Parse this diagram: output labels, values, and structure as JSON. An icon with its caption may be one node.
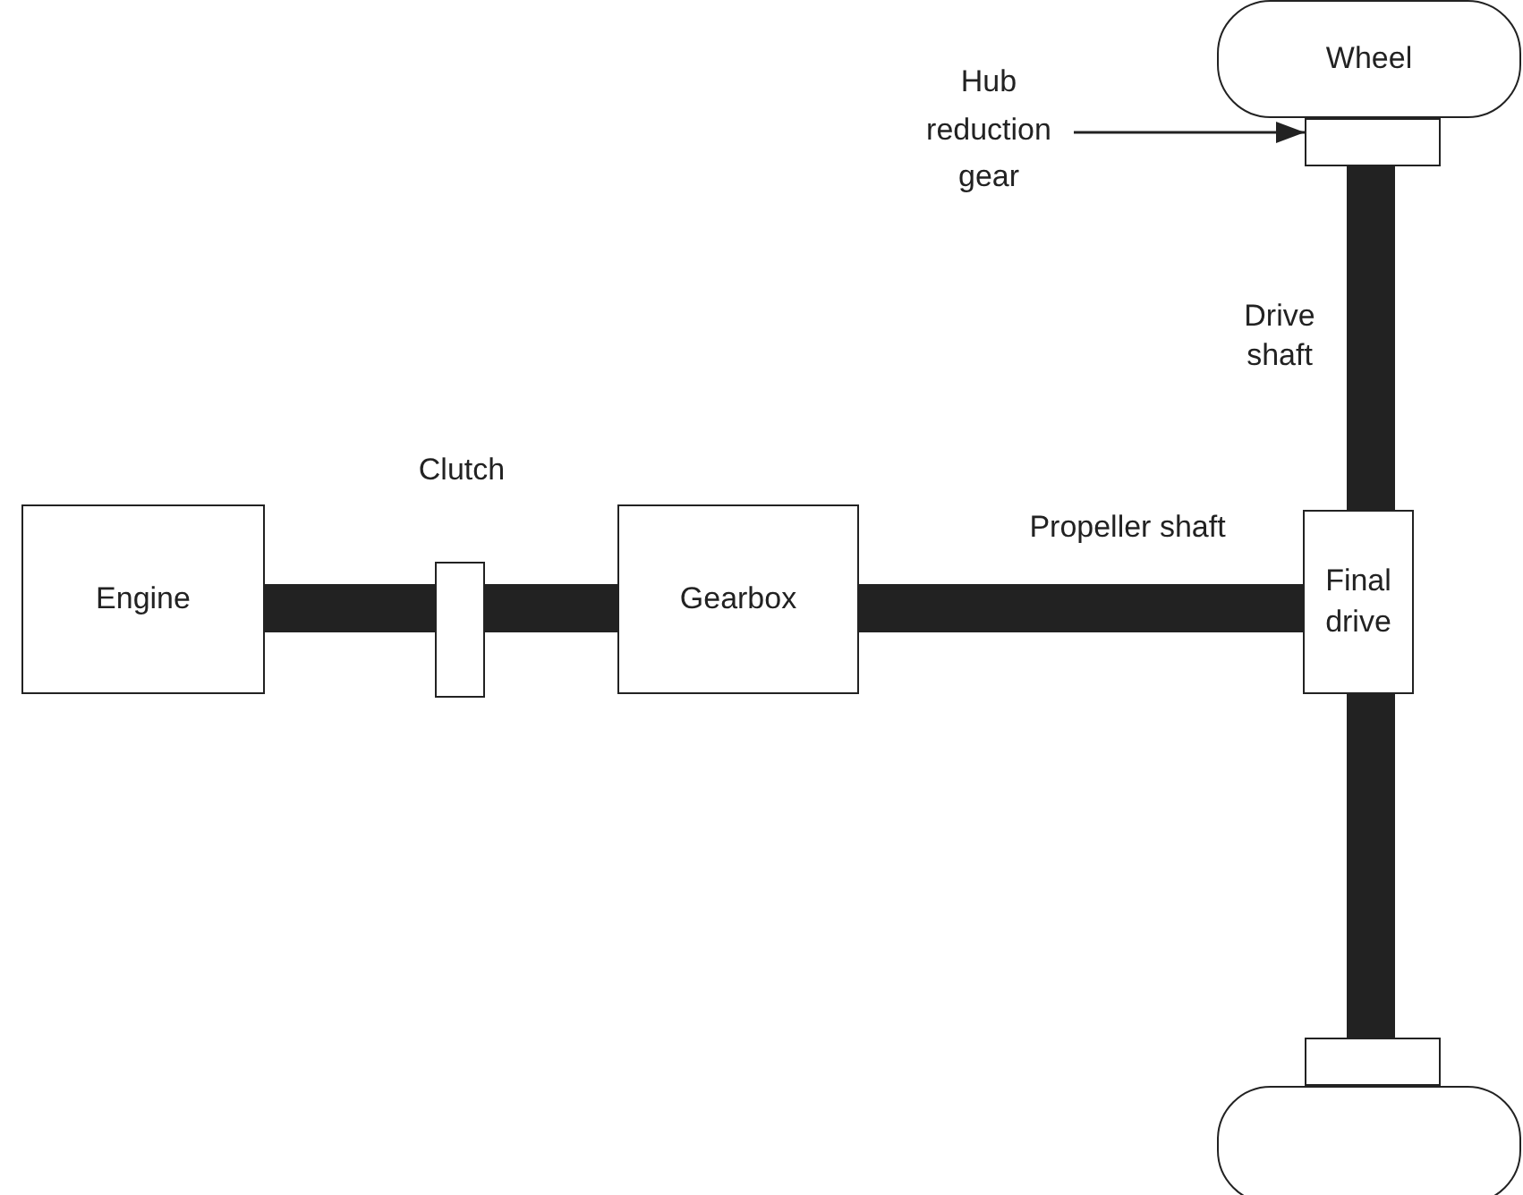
{
  "diagram": {
    "nodes": [
      {
        "text": [
          "Engine"
        ]
      },
      {
        "text": [
          "Clutch"
        ]
      },
      {
        "text": [
          "Gearbox"
        ]
      },
      {
        "text": [
          "Final drive"
        ]
      },
      {
        "text": [
          "Wheel"
        ]
      },
      {
        "text": [],
        "shape": "box"
      },
      {
        "text": [],
        "shape": "box"
      },
      {
        "text": [],
        "shape": "box"
      },
      {
        "text": [
          "Hub reduction gear"
        ]
      }
    ],
    "edges": [
      {
        "from": 0,
        "to": 1,
        "arrow": "none"
      },
      {
        "from": 1,
        "to": 2,
        "arrow": "none"
      },
      {
        "from": 2,
        "to": 3,
        "arrow": "none",
        "label": "Propeller shaft"
      },
      {
        "from": 3,
        "to": 5,
        "arrow": "none",
        "label": "Drive shaft"
      },
      {
        "from": 3,
        "to": 6,
        "arrow": "none"
      },
      {
        "from": 8,
        "to": 5,
        "arrow": "to"
      }
    ]
  }
}
